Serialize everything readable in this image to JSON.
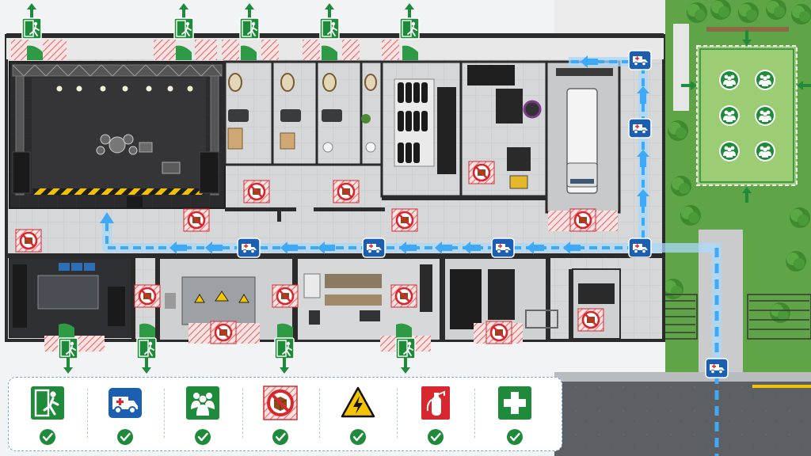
{
  "title": "",
  "colors": {
    "exit_green": "#1e8a3a",
    "ambulance_blue": "#1c5fb0",
    "route_blue": "#3fa9f5",
    "no_storage_red": "#d7282f",
    "hazard_yellow": "#f5c400",
    "wall": "#2b2b2b",
    "floor": "#d9dadb",
    "stage_floor": "#2a2a2a",
    "grass": "#5fa548",
    "road": "#5c5f63",
    "assembly_area": "#8fc46a"
  },
  "rooms": [
    {
      "id": "stage-area",
      "icon": "stage-truss-icon"
    },
    {
      "id": "dressing-room-1",
      "icon": "sofa-icon"
    },
    {
      "id": "dressing-room-2",
      "icon": "sofa-icon"
    },
    {
      "id": "dressing-room-3",
      "icon": "sofa-icon"
    },
    {
      "id": "dressing-room-4",
      "icon": "sofa-icon"
    },
    {
      "id": "wardrobe-storage",
      "icon": "garment-rack-icon"
    },
    {
      "id": "equipment-storage",
      "icon": "flight-case-icon"
    },
    {
      "id": "loading-bay",
      "icon": "truck-icon"
    },
    {
      "id": "control-room",
      "icon": "mixing-console-icon"
    },
    {
      "id": "electrical-room",
      "icon": "electrical-panel-icon"
    },
    {
      "id": "workshop",
      "icon": "workbench-icon"
    },
    {
      "id": "case-storage",
      "icon": "flight-case-icon"
    },
    {
      "id": "barrier-storage",
      "icon": "crowd-barrier-icon"
    },
    {
      "id": "assembly-point",
      "icon": "assembly-point-icon"
    }
  ],
  "legend": {
    "items": [
      {
        "icon": "emergency-exit-icon",
        "check_icon": "check-icon"
      },
      {
        "icon": "ambulance-route-icon",
        "check_icon": "check-icon"
      },
      {
        "icon": "assembly-point-icon",
        "check_icon": "check-icon"
      },
      {
        "icon": "no-storage-icon",
        "check_icon": "check-icon"
      },
      {
        "icon": "electrical-hazard-icon",
        "check_icon": "check-icon"
      },
      {
        "icon": "fire-extinguisher-icon",
        "check_icon": "check-icon"
      },
      {
        "icon": "first-aid-icon",
        "check_icon": "check-icon"
      }
    ]
  }
}
